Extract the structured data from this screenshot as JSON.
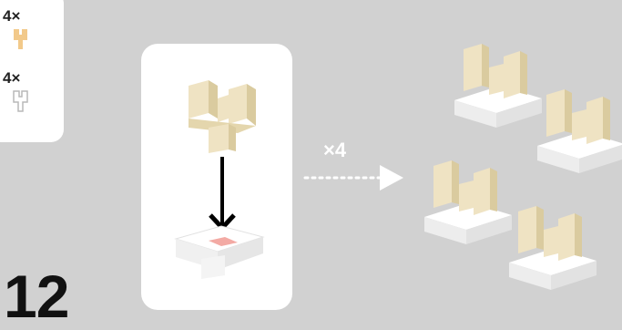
{
  "parts": [
    {
      "qty": "4×",
      "icon": "cream-y-brick-icon",
      "color": "#f2c98a"
    },
    {
      "qty": "4×",
      "icon": "white-y-brick-icon",
      "color": "#ffffff"
    }
  ],
  "repeat_label": "×4",
  "step_number": "12",
  "colors": {
    "background": "#d1d1d1",
    "cream": "#efe3c3",
    "cream_shade": "#dacb9f",
    "white_brick": "#ffffff",
    "white_shade": "#e6e6e6",
    "highlight": "#f3aaa4"
  }
}
